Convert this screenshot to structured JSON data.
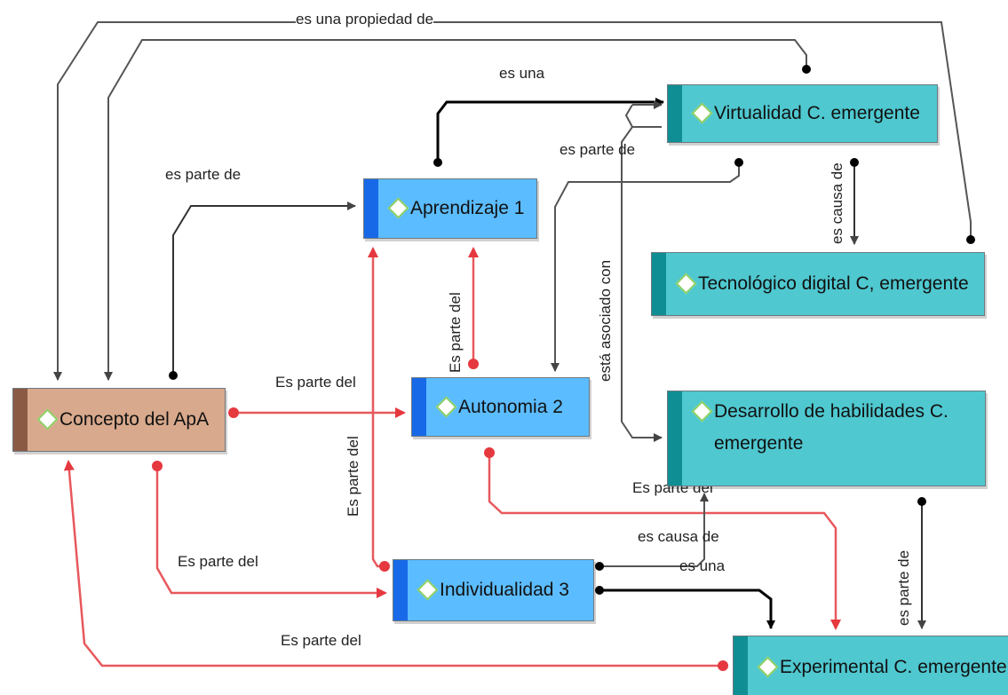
{
  "nodes": {
    "virtualidad": "Virtualidad C. emergente",
    "aprendizaje": "Aprendizaje 1",
    "tecnologico": "Tecnológico digital C, emergente",
    "concepto": "Concepto del ApA",
    "autonomia": "Autonomia 2",
    "desarrollo_line1": "Desarrollo de habilidades C.",
    "desarrollo_line2": "emergente",
    "individualidad": "Individualidad 3",
    "experimental": "Experimental C. emergente"
  },
  "edges": {
    "es_una_propiedad_de": "es una propiedad de",
    "es_una_top": "es una",
    "es_parte_de_virt": "es parte de",
    "es_parte_de_aprend": "es parte de",
    "es_causa_de_tec": "es causa de",
    "esta_asociado_con": "está asociado con",
    "es_parte_del_aut_aprend": "Es parte del",
    "es_parte_del_concepto_aut": "Es parte del",
    "es_parte_del_ind_aprend": "Es parte del",
    "es_parte_del_concepto_ind": "Es parte del",
    "es_parte_del_aut_exp": "Es parte del",
    "es_causa_de_ind": "es causa de",
    "es_una_ind": "es una",
    "es_parte_de_des_exp": "es parte de",
    "es_parte_del_exp_concepto": "Es parte del"
  },
  "colors": {
    "teal": "#4fc8d0",
    "blue": "#5bbcff",
    "tan": "#d8a98c",
    "black_link": "#000000",
    "gray_link": "#555555",
    "red_link": "#e8585c"
  }
}
